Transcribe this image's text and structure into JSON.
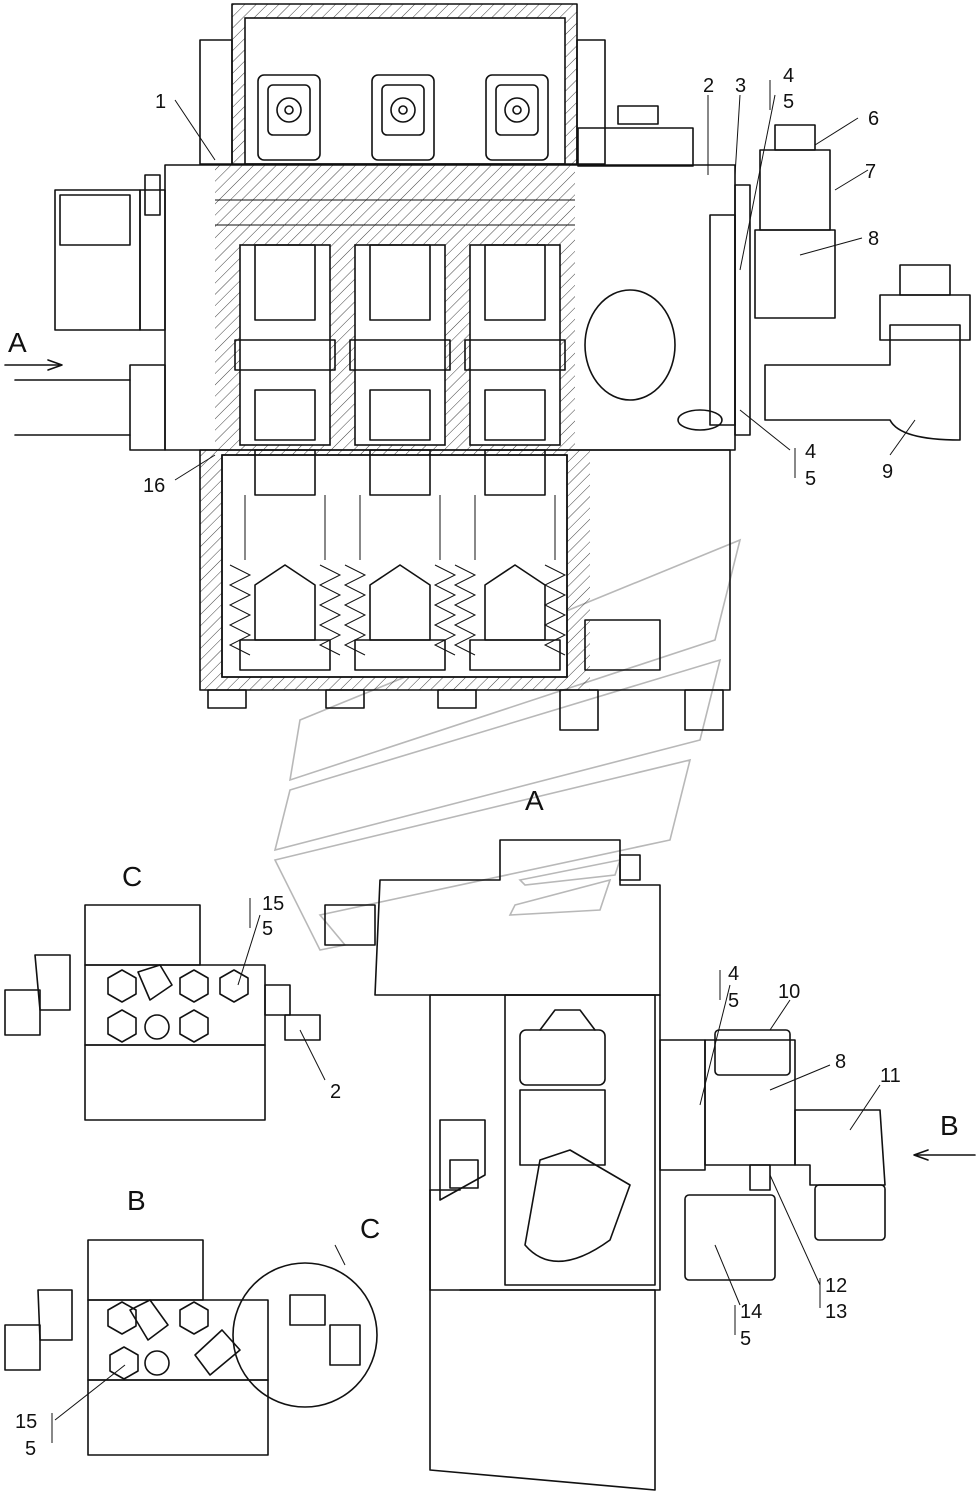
{
  "labels": {
    "l1": "1",
    "l2": "2",
    "l3": "3",
    "l4a": "4",
    "l5a": "5",
    "l6": "6",
    "l7": "7",
    "l8a": "8",
    "l9": "9",
    "l4b": "4",
    "l5b": "5",
    "l16": "16",
    "l15a": "15",
    "l5c": "5",
    "l2b": "2",
    "l4c": "4",
    "l5d": "5",
    "l10": "10",
    "l8b": "8",
    "l11": "11",
    "l12": "12",
    "l13": "13",
    "l14": "14",
    "l5e": "5",
    "l15b": "15",
    "l5f": "5"
  },
  "views": {
    "a_arrow": "A",
    "a_view": "A",
    "b_arrow": "B",
    "b_view": "B",
    "c_view": "C",
    "c_circle": "C"
  },
  "colors": {
    "line": "#111111",
    "watermark": "#b8b8b8"
  }
}
